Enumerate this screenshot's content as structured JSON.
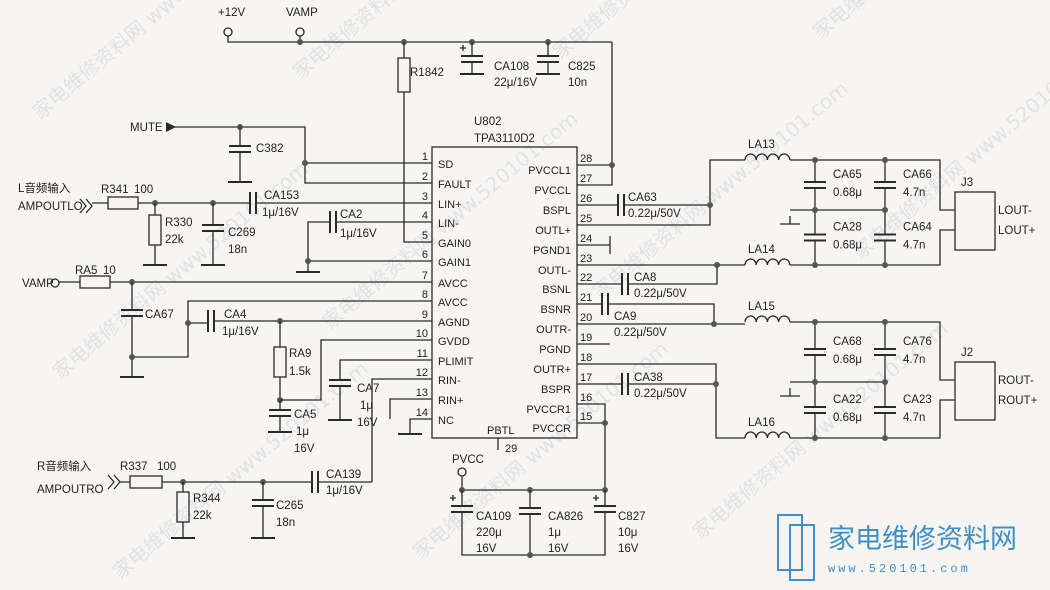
{
  "watermark": {
    "cn": "家电维修资料网",
    "url": "www.520101.com",
    "bg": "家电维修资料网 www.520101.com"
  },
  "nets": {
    "v12": "+12V",
    "vamp_top": "VAMP",
    "mute": "MUTE",
    "vamp_left": "VAMP",
    "pvcc": "PVCC"
  },
  "inputs": {
    "left_cn": "L音频输入",
    "left": "AMPOUTLO",
    "right_cn": "R音频输入",
    "right": "AMPOUTRO"
  },
  "ic": {
    "ref": "U802",
    "part": "TPA3110D2",
    "left_pins": [
      {
        "num": "1",
        "name": "SD"
      },
      {
        "num": "2",
        "name": "FAULT"
      },
      {
        "num": "3",
        "name": "LIN+"
      },
      {
        "num": "4",
        "name": "LIN-"
      },
      {
        "num": "5",
        "name": "GAIN0"
      },
      {
        "num": "6",
        "name": "GAIN1"
      },
      {
        "num": "7",
        "name": "AVCC"
      },
      {
        "num": "8",
        "name": "AVCC"
      },
      {
        "num": "9",
        "name": "AGND"
      },
      {
        "num": "10",
        "name": "GVDD"
      },
      {
        "num": "11",
        "name": "PLIMIT"
      },
      {
        "num": "12",
        "name": "RIN-"
      },
      {
        "num": "13",
        "name": "RIN+"
      },
      {
        "num": "14",
        "name": "NC"
      }
    ],
    "right_pins": [
      {
        "num": "28",
        "name": "PVCCL1"
      },
      {
        "num": "27",
        "name": "PVCCL"
      },
      {
        "num": "26",
        "name": "BSPL"
      },
      {
        "num": "25",
        "name": "OUTL+"
      },
      {
        "num": "24",
        "name": "PGND1"
      },
      {
        "num": "23",
        "name": "OUTL-"
      },
      {
        "num": "22",
        "name": "BSNL"
      },
      {
        "num": "21",
        "name": "BSNR"
      },
      {
        "num": "20",
        "name": "OUTR-"
      },
      {
        "num": "19",
        "name": "PGND"
      },
      {
        "num": "18",
        "name": "OUTR+"
      },
      {
        "num": "17",
        "name": "BSPR"
      },
      {
        "num": "16",
        "name": "PVCCR1"
      },
      {
        "num": "15",
        "name": "PVCCR"
      }
    ],
    "bottom_pin": {
      "num": "29",
      "name": "PBTL"
    }
  },
  "components": {
    "R1842": {
      "ref": "R1842"
    },
    "CA108": {
      "ref": "CA108",
      "value": "22μ/16V"
    },
    "C825": {
      "ref": "C825",
      "value": "10n"
    },
    "C382": {
      "ref": "C382"
    },
    "R341": {
      "ref": "R341",
      "value": "100"
    },
    "R330": {
      "ref": "R330",
      "value": "22k"
    },
    "C269": {
      "ref": "C269",
      "value": "18n"
    },
    "CA153": {
      "ref": "CA153",
      "value": "1μ/16V"
    },
    "CA2": {
      "ref": "CA2",
      "value": "1μ/16V"
    },
    "RA5": {
      "ref": "RA5",
      "value": "10"
    },
    "CA67": {
      "ref": "CA67"
    },
    "CA4": {
      "ref": "CA4",
      "value": "1μ/16V"
    },
    "RA9": {
      "ref": "RA9",
      "value": "1.5k"
    },
    "CA5": {
      "ref": "CA5",
      "value": "1μ",
      "voltage": "16V"
    },
    "CA7": {
      "ref": "CA7",
      "value": "1μ",
      "voltage": "16V"
    },
    "R337": {
      "ref": "R337",
      "value": "100"
    },
    "R344": {
      "ref": "R344",
      "value": "22k"
    },
    "C265": {
      "ref": "C265",
      "value": "18n"
    },
    "CA139": {
      "ref": "CA139",
      "value": "1μ/16V"
    },
    "CA109": {
      "ref": "CA109",
      "value": "220μ",
      "voltage": "16V"
    },
    "CA826": {
      "ref": "CA826",
      "value": "1μ",
      "voltage": "16V"
    },
    "C827": {
      "ref": "C827",
      "value": "10μ",
      "voltage": "16V"
    },
    "CA63": {
      "ref": "CA63",
      "value": "0.22μ/50V"
    },
    "CA8": {
      "ref": "CA8",
      "value": "0.22μ/50V"
    },
    "CA9": {
      "ref": "CA9",
      "value": "0.22μ/50V"
    },
    "CA38": {
      "ref": "CA38",
      "value": "0.22μ/50V"
    },
    "LA13": {
      "ref": "LA13"
    },
    "LA14": {
      "ref": "LA14"
    },
    "LA15": {
      "ref": "LA15"
    },
    "LA16": {
      "ref": "LA16"
    },
    "CA65": {
      "ref": "CA65",
      "value": "0.68μ"
    },
    "CA66": {
      "ref": "CA66",
      "value": "4.7n"
    },
    "CA28": {
      "ref": "CA28",
      "value": "0.68μ"
    },
    "CA64": {
      "ref": "CA64",
      "value": "4.7n"
    },
    "CA68": {
      "ref": "CA68",
      "value": "0.68μ"
    },
    "CA76": {
      "ref": "CA76",
      "value": "4.7n"
    },
    "CA22": {
      "ref": "CA22",
      "value": "0.68μ"
    },
    "CA23": {
      "ref": "CA23",
      "value": "4.7n"
    },
    "J3": {
      "ref": "J3",
      "pins": [
        "LOUT-",
        "LOUT+"
      ]
    },
    "J2": {
      "ref": "J2",
      "pins": [
        "ROUT-",
        "ROUT+"
      ]
    }
  }
}
